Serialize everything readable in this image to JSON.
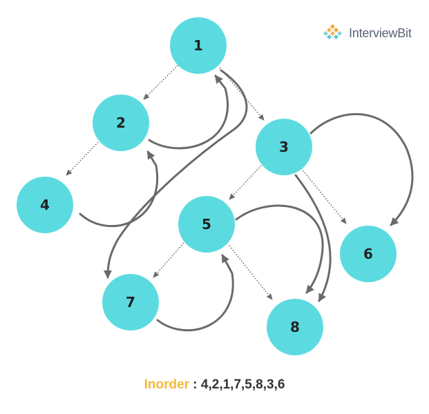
{
  "brand": {
    "name": "InterviewBit"
  },
  "caption": {
    "label": "Inorder",
    "separator": " : ",
    "sequence": "4,2,1,7,5,8,3,6"
  },
  "colors": {
    "node_fill": "#5bdbe0",
    "arrow": "#6a6a6a",
    "label_accent": "#f4b93b"
  },
  "tree": {
    "nodes": [
      {
        "id": "1",
        "label": "1"
      },
      {
        "id": "2",
        "label": "2"
      },
      {
        "id": "3",
        "label": "3"
      },
      {
        "id": "4",
        "label": "4"
      },
      {
        "id": "5",
        "label": "5"
      },
      {
        "id": "6",
        "label": "6"
      },
      {
        "id": "7",
        "label": "7"
      },
      {
        "id": "8",
        "label": "8"
      }
    ],
    "child_edges": [
      [
        "1",
        "2"
      ],
      [
        "1",
        "3"
      ],
      [
        "2",
        "4"
      ],
      [
        "3",
        "5"
      ],
      [
        "3",
        "6"
      ],
      [
        "5",
        "7"
      ],
      [
        "5",
        "8"
      ]
    ],
    "traversal_edges": [
      [
        "4",
        "2"
      ],
      [
        "2",
        "1"
      ],
      [
        "1",
        "7"
      ],
      [
        "7",
        "5"
      ],
      [
        "5",
        "8"
      ],
      [
        "3",
        "8"
      ],
      [
        "3",
        "6"
      ]
    ]
  }
}
